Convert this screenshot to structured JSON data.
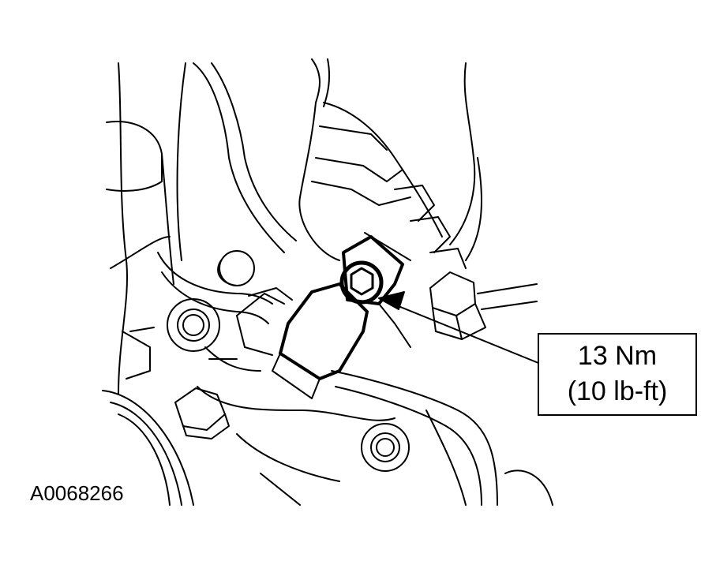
{
  "figure": {
    "id": "A0068266"
  },
  "callout": {
    "line1": "13 Nm",
    "line2": "(10 lb-ft)"
  },
  "colors": {
    "ink": "#000000",
    "paper": "#ffffff"
  }
}
